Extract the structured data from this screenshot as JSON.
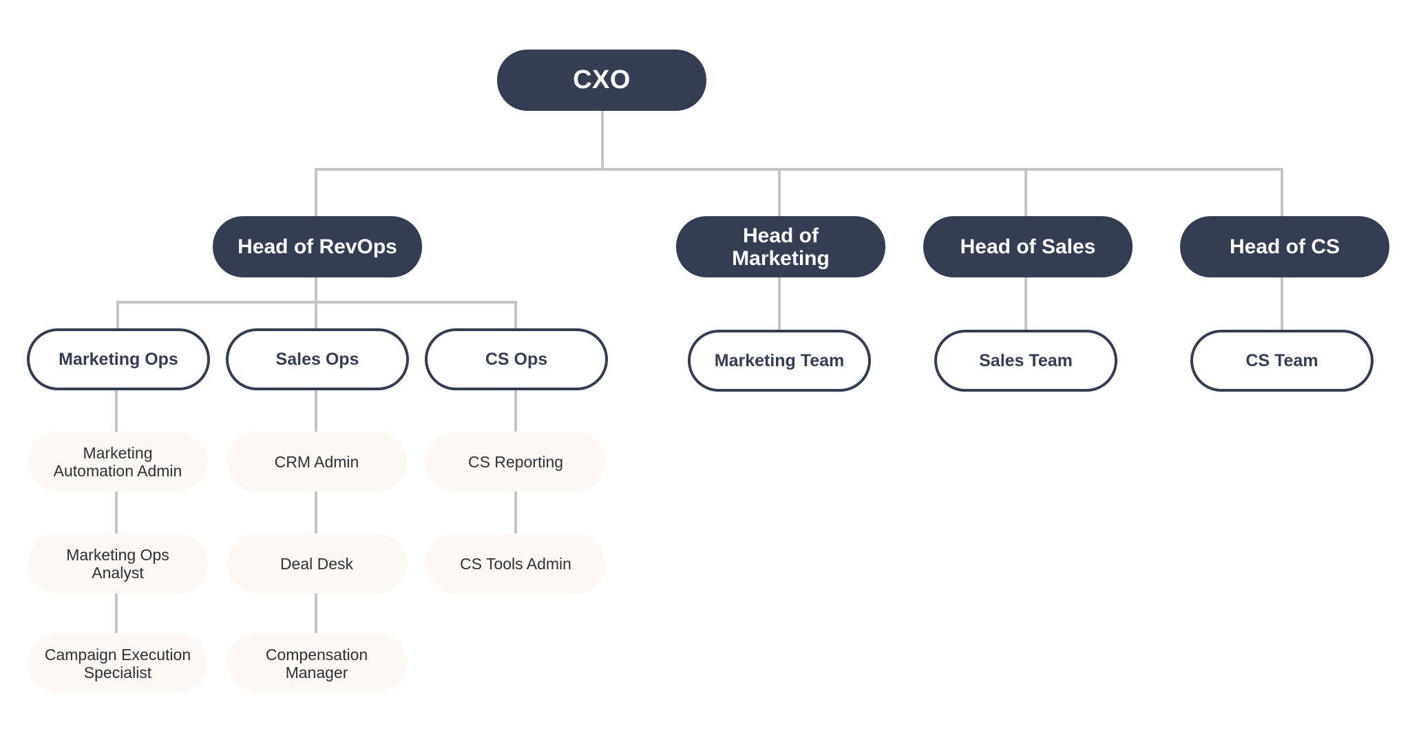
{
  "org": {
    "root": "CXO",
    "heads": {
      "revops": "Head of RevOps",
      "marketing": "Head of\nMarketing",
      "sales": "Head of Sales",
      "cs": "Head of CS"
    },
    "teams": {
      "marketing_ops": "Marketing Ops",
      "sales_ops": "Sales Ops",
      "cs_ops": "CS Ops",
      "marketing_team": "Marketing Team",
      "sales_team": "Sales Team",
      "cs_team": "CS Team"
    },
    "roles": {
      "marketing_ops": [
        "Marketing\nAutomation Admin",
        "Marketing Ops\nAnalyst",
        "Campaign Execution\nSpecialist"
      ],
      "sales_ops": [
        "CRM Admin",
        "Deal Desk",
        "Compensation\nManager"
      ],
      "cs_ops": [
        "CS Reporting",
        "CS Tools Admin"
      ]
    }
  },
  "colors": {
    "dark_node": "#343d52",
    "role_fill": "#fdf8f4",
    "connector": "#c2c4c7"
  }
}
